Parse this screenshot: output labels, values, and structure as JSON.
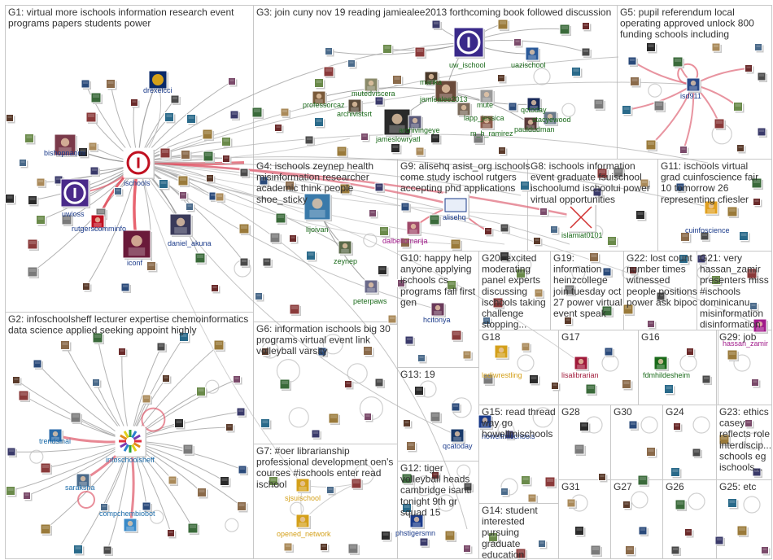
{
  "groups": [
    {
      "id": "G1",
      "lines": [
        "G1: virtual more ischools information research event",
        "programs papers students power"
      ]
    },
    {
      "id": "G2",
      "lines": [
        "G2: infoschoolsheff lecturer expertise chemoinformatics",
        "data science applied seeking appoint highly"
      ]
    },
    {
      "id": "G3",
      "lines": [
        "G3: join cuny nov 19 reading jamiealee2013 forthcoming book followed discussion"
      ]
    },
    {
      "id": "G4",
      "lines": [
        "G4: ischools zeynep health",
        "misinformation researcher",
        "academic think people",
        "shoe_sticky"
      ]
    },
    {
      "id": "G5",
      "lines": [
        "G5: pupil referendum local",
        "operating approved unlock 800",
        "funding schools including"
      ]
    },
    {
      "id": "G6",
      "lines": [
        "G6: information ischools big 30",
        "programs virtual event link",
        "volleyball varsity"
      ]
    },
    {
      "id": "G7",
      "lines": [
        "G7: #oer librarianship",
        "professional development oen's",
        "courses #ischools enter read",
        "ischool"
      ]
    },
    {
      "id": "G8",
      "lines": [
        "G8: ischools information",
        "event graduate fsuischool",
        "ischoolumd ischoolui power",
        "virtual opportunities"
      ]
    },
    {
      "id": "G9",
      "lines": [
        "G9: alisehq asist_org ischools",
        "come study ischool rutgers",
        "accepting phd applications"
      ]
    },
    {
      "id": "G10",
      "lines": [
        "G10: happy help",
        "anyone applying",
        "ischools cs",
        "programs fall first",
        "gen"
      ]
    },
    {
      "id": "G11",
      "lines": [
        "G11: ischools virtual",
        "grad cuinfoscience fair",
        "10 tomorrow 26",
        "representing cfiesler"
      ]
    },
    {
      "id": "G12",
      "lines": [
        "G12: tiger",
        "volleyball heads",
        "cambridge isanti",
        "tonight 9th gr",
        "squad 15"
      ]
    },
    {
      "id": "G13",
      "lines": [
        "G13: 19"
      ]
    },
    {
      "id": "G14",
      "lines": [
        "G14: student",
        "interested",
        "pursuing",
        "graduate",
        "education",
        "information..."
      ]
    },
    {
      "id": "G15",
      "lines": [
        "G15: read thread",
        "way go",
        "howellmischools"
      ]
    },
    {
      "id": "G16",
      "lines": [
        "G16"
      ]
    },
    {
      "id": "G17",
      "lines": [
        "G17"
      ]
    },
    {
      "id": "G18",
      "lines": [
        "G18"
      ]
    },
    {
      "id": "G19",
      "lines": [
        "G19:",
        "information",
        "heinzcollege",
        "join tuesday oct",
        "27 power virtual",
        "event speak"
      ]
    },
    {
      "id": "G20",
      "lines": [
        "G20: excited",
        "moderating",
        "panel experts",
        "discussing",
        "ischools taking",
        "challenge",
        "stopping..."
      ]
    },
    {
      "id": "G21",
      "lines": [
        "G21: very",
        "hassan_zamir",
        "presenters miss",
        "#ischools",
        "dominicanu",
        "misinformation",
        "disinformation"
      ]
    },
    {
      "id": "G22",
      "lines": [
        "G22: lost count",
        "number times",
        "witnessed",
        "people positions",
        "power ask bipoc"
      ]
    },
    {
      "id": "G23",
      "lines": [
        "G23: ethics",
        "casey",
        "reflects role",
        "interdiscip...",
        "schools eg",
        "ischools..."
      ]
    },
    {
      "id": "G24",
      "lines": [
        "G24"
      ]
    },
    {
      "id": "G25",
      "lines": [
        "G25: etc"
      ]
    },
    {
      "id": "G26",
      "lines": [
        "G26"
      ]
    },
    {
      "id": "G27",
      "lines": [
        "G27"
      ]
    },
    {
      "id": "G28",
      "lines": [
        "G28"
      ]
    },
    {
      "id": "G29",
      "lines": [
        "G29: job"
      ]
    },
    {
      "id": "G30",
      "lines": [
        "G30"
      ]
    },
    {
      "id": "G31",
      "lines": [
        "G31"
      ]
    }
  ],
  "labeled_nodes": [
    {
      "name": "drexelcci",
      "color": "#1a3a8a"
    },
    {
      "name": "bishopnaomi",
      "color": "#1a3a8a"
    },
    {
      "name": "ischools",
      "color": "#1a3a8a"
    },
    {
      "name": "uwioss",
      "color": "#1a3a8a"
    },
    {
      "name": "rutgerscomminfo",
      "color": "#1a3a8a"
    },
    {
      "name": "iconf",
      "color": "#1a3a8a"
    },
    {
      "name": "daniel_akuna",
      "color": "#1a3a8a"
    },
    {
      "name": "trendsinai",
      "color": "#1a6aa8"
    },
    {
      "name": "infoschoolsheff",
      "color": "#1a6aa8"
    },
    {
      "name": "saraksha",
      "color": "#1a6aa8"
    },
    {
      "name": "compchembiobot",
      "color": "#1a6aa8"
    },
    {
      "name": "uw_ischool",
      "color": "#1a6a1a"
    },
    {
      "name": "uazischool",
      "color": "#1a6a1a"
    },
    {
      "name": "mutedviscera",
      "color": "#1a6a1a"
    },
    {
      "name": "professorcaz",
      "color": "#1a6a1a"
    },
    {
      "name": "archivistsrt",
      "color": "#1a6a1a"
    },
    {
      "name": "marika",
      "color": "#1a6a1a"
    },
    {
      "name": "jamiealee2013",
      "color": "#1a6a1a"
    },
    {
      "name": "mute",
      "color": "#1a6a1a"
    },
    {
      "name": "qctoday",
      "color": "#1a6a1a"
    },
    {
      "name": "lapp_jessica",
      "color": "#1a6a1a"
    },
    {
      "name": "stacyewood",
      "color": "#1a6a1a"
    },
    {
      "name": "jameslowryatl",
      "color": "#1a6a1a"
    },
    {
      "name": "archivingeye",
      "color": "#1a6a1a"
    },
    {
      "name": "m_h_ramirez",
      "color": "#1a6a1a"
    },
    {
      "name": "pauldudman",
      "color": "#1a6a1a"
    },
    {
      "name": "isd911",
      "color": "#1a3a8a"
    },
    {
      "name": "lijoivan",
      "color": "#1a6a1a"
    },
    {
      "name": "zeynep",
      "color": "#1a6a1a"
    },
    {
      "name": "peterpaws",
      "color": "#1a6a1a"
    },
    {
      "name": "alisehq",
      "color": "#1a3a8a"
    },
    {
      "name": "dalbellomarija",
      "color": "#a01a8a"
    },
    {
      "name": "islamiat0101",
      "color": "#1a6a1a"
    },
    {
      "name": "cuinfoscience",
      "color": "#1a3a8a"
    },
    {
      "name": "hcitonya",
      "color": "#1a3a8a"
    },
    {
      "name": "qcatoday",
      "color": "#1a3a8a"
    },
    {
      "name": "sjsuischool",
      "color": "#d4a01a"
    },
    {
      "name": "opened_network",
      "color": "#d4a01a"
    },
    {
      "name": "phstigersmn",
      "color": "#1a3a8a"
    },
    {
      "name": "howellmischools",
      "color": "#1a3a8a"
    },
    {
      "name": "lodiwrestling",
      "color": "#d4a01a"
    },
    {
      "name": "lisalibrarian",
      "color": "#a01a3a"
    },
    {
      "name": "fdmhildesheim",
      "color": "#1a6a1a"
    },
    {
      "name": "hassan_zamir",
      "color": "#a01a8a"
    }
  ]
}
